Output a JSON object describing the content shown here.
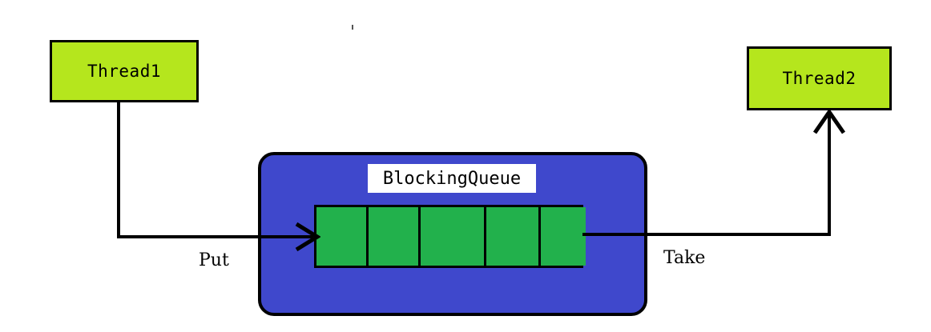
{
  "diagram": {
    "title": "BlockingQueue producer-consumer diagram",
    "background_color": "#ffffff",
    "nodes": {
      "thread1": {
        "label": "Thread1",
        "fill_color": "#b5e61d",
        "border_color": "#000000",
        "role": "producer"
      },
      "thread2": {
        "label": "Thread2",
        "fill_color": "#b5e61d",
        "border_color": "#000000",
        "role": "consumer"
      },
      "queue_container": {
        "label": "BlockingQueue",
        "fill_color": "#3f48cc",
        "border_color": "#000000",
        "label_plate_color": "#ffffff"
      }
    },
    "queue_cells": {
      "count": 5,
      "fill_color": "#22b14c",
      "border_color": "#000000",
      "widths": [
        65,
        65,
        82,
        68,
        56
      ]
    },
    "edges": [
      {
        "id": "put",
        "label": "Put",
        "from": "thread1",
        "to": "queue_container",
        "arrow": "arrow-right-icon",
        "color": "#000000"
      },
      {
        "id": "take",
        "label": "Take",
        "from": "queue_container",
        "to": "thread2",
        "arrow": "arrow-up-icon",
        "color": "#000000"
      }
    ]
  }
}
